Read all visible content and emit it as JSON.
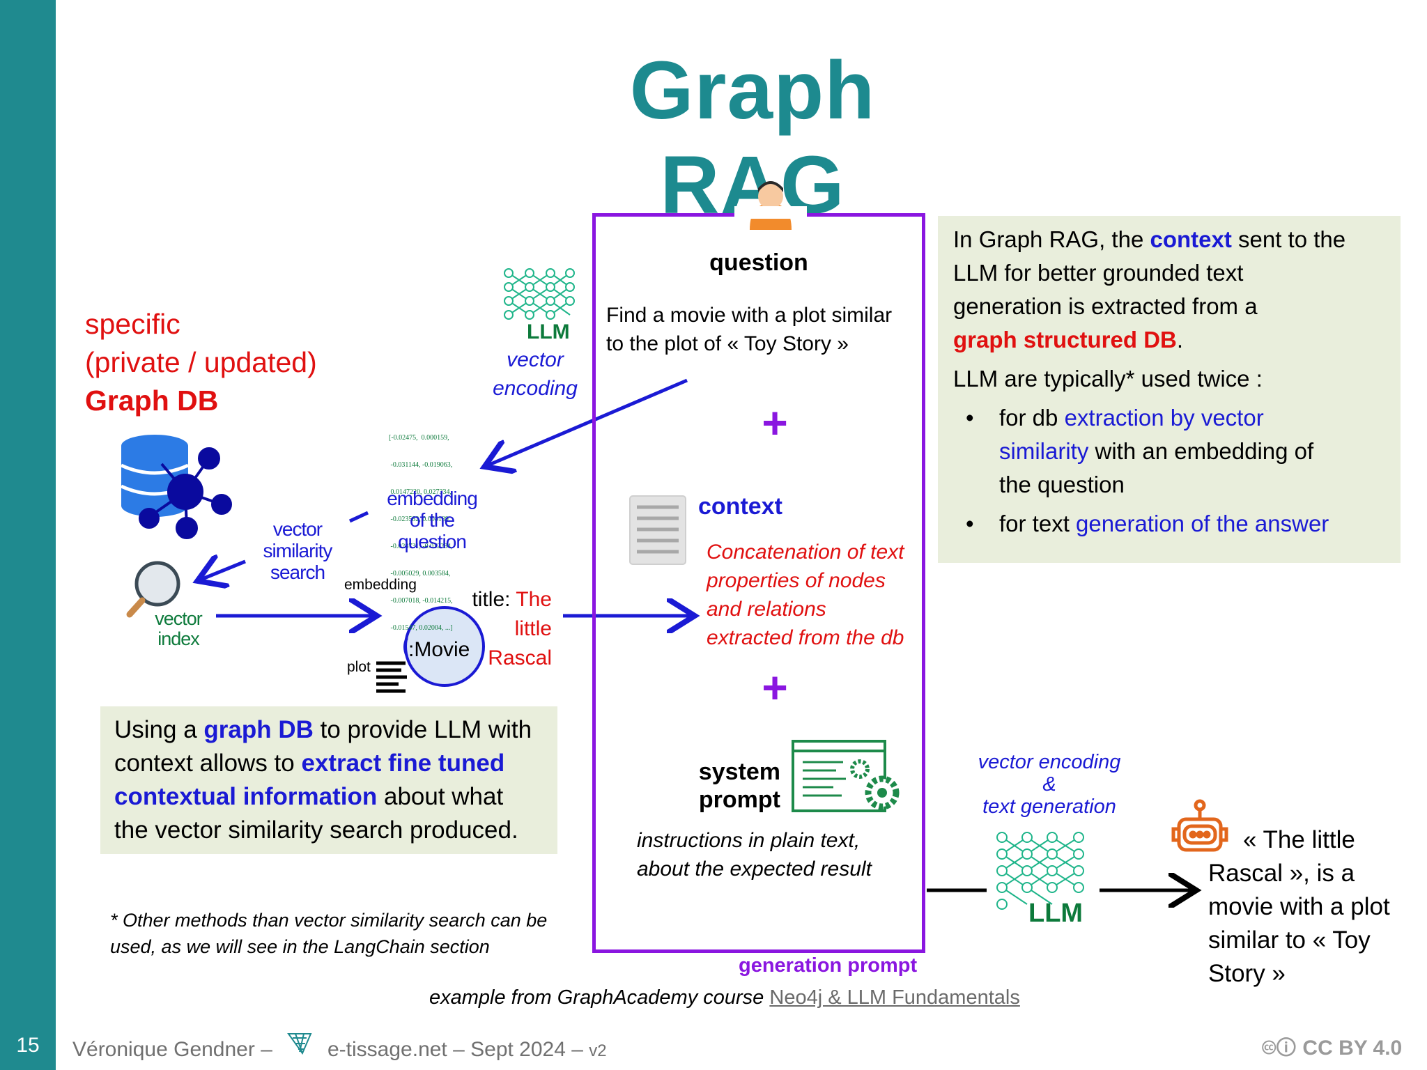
{
  "title": "Graph RAG",
  "slide_number": "15",
  "left_label": {
    "line1": "specific",
    "line2": "(private / updated)",
    "line3": "Graph DB"
  },
  "diagram": {
    "llm_label": "LLM",
    "vector_encoding_1": "vector",
    "vector_encoding_2": "encoding",
    "embedding_of_question_1": "embedding",
    "embedding_of_question_2": "of the",
    "embedding_of_question_3": "question",
    "vector_similarity_1": "vector",
    "vector_similarity_2": "similarity",
    "vector_similarity_3": "search",
    "vector_index_1": "vector",
    "vector_index_2": "index",
    "embedding_small": "embedding",
    "plot_label": "plot",
    "movie_node": ":Movie",
    "title_key": "title:",
    "title_value_1": "The",
    "title_value_2": "little",
    "title_value_3": "Rascal",
    "embedding_numbers": [
      "[-0.02475,  0.000159,",
      " -0.031144, -0.019063,",
      " 0.0147220, 0.027334,",
      " -0.023582, 0.008189,",
      " -0.028731, -0.012284,",
      " -0.005029, 0.003584,",
      " -0.007018, -0.014215,",
      " -0.01547, 0.02004, ...]"
    ]
  },
  "prompt": {
    "question_heading": "question",
    "question_text_1": "Find a movie with a plot similar",
    "question_text_2": "to the plot of « Toy Story »",
    "plus": "+",
    "context_heading": "context",
    "context_text_1": "Concatenation of text",
    "context_text_2": "properties of nodes",
    "context_text_3": "and relations",
    "context_text_4": "extracted from the db",
    "system_prompt_1": "system",
    "system_prompt_2": "prompt",
    "instructions_1": "instructions in plain text,",
    "instructions_2": "about the expected result",
    "box_label": "generation prompt"
  },
  "info_box": {
    "p1_a": "In Graph RAG, the ",
    "p1_b": "context",
    "p1_c": " sent to the",
    "p1_d": "LLM for better grounded text",
    "p1_e": "generation is extracted from a",
    "p1_f": "graph structured DB",
    "p1_g": ".",
    "p2": "LLM are typically* used twice :",
    "bullet": "•",
    "b1_a": "for db ",
    "b1_b": "extraction by vector",
    "b1_c": "similarity",
    "b1_d": " with an embedding of",
    "b1_e": "the question",
    "b2_a": "for text ",
    "b2_b": "generation of the answer"
  },
  "left_box": {
    "a": "Using a ",
    "b": "graph DB",
    "c": " to provide LLM with",
    "d": "context allows to ",
    "e": "extract fine tuned",
    "f": "contextual information",
    "g": " about what",
    "h": "the vector similarity search produced."
  },
  "footnote": {
    "line1": "* Other methods than vector similarity search can be",
    "line2": "used, as we will see in the LangChain section"
  },
  "generation": {
    "label_1": "vector encoding",
    "label_2": "&",
    "label_3": "text generation",
    "llm_label": "LLM",
    "answer_1": "« The little",
    "answer_2": "Rascal », is a",
    "answer_3": "movie with a plot",
    "answer_4": "similar to « Toy",
    "answer_5": "Story »"
  },
  "source": {
    "prefix": "example from GraphAcademy course ",
    "link": "Neo4j & LLM Fundamentals"
  },
  "footer": {
    "author": "Véronique Gendner –",
    "site": "e-tissage.net – Sept 2024 –",
    "version": "v2",
    "license": "CC BY 4.0",
    "cc_symbols": "🅭🛈"
  },
  "colors": {
    "teal": "#1f8a8f",
    "red": "#e01010",
    "blue": "#1a1ad4",
    "purple": "#8a16e0",
    "green": "#0d7a3b",
    "note_bg": "#e9eedc"
  }
}
